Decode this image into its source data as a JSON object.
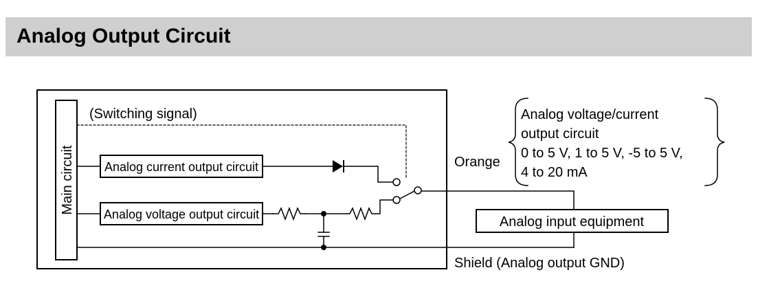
{
  "title": "Analog Output Circuit",
  "diagram": {
    "main_circuit_label": "Main circuit",
    "switching_signal_label": "(Switching signal)",
    "current_circuit_label": "Analog current output circuit",
    "voltage_circuit_label": "Analog voltage output circuit",
    "wire_orange_label": "Orange",
    "output_note": {
      "line1": "Analog voltage/current",
      "line2": "output circuit",
      "line3": "0 to 5 V, 1 to 5 V,  -5 to 5 V,",
      "line4": "4 to 20 mA"
    },
    "equipment_label": "Analog input equipment",
    "shield_label": "Shield (Analog output GND)"
  }
}
